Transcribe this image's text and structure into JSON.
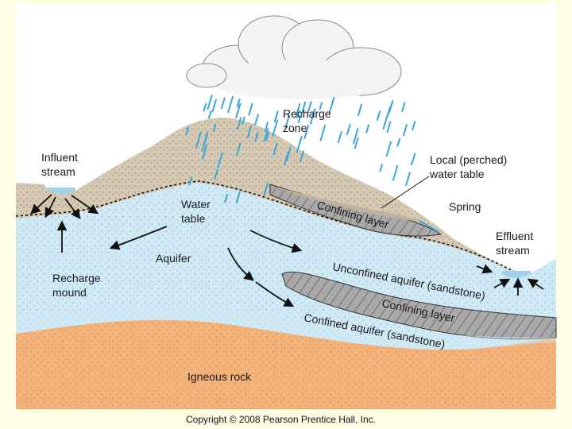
{
  "labels": {
    "recharge_zone": [
      "Recharge",
      "zone"
    ],
    "influent_stream": [
      "Influent",
      "stream"
    ],
    "local_perched": [
      "Local (perched)",
      "water table"
    ],
    "spring": "Spring",
    "water_table": [
      "Water",
      "table"
    ],
    "confining_layer_upper": "Confining layer",
    "effluent_stream": [
      "Effluent",
      "stream"
    ],
    "aquifer": "Aquifer",
    "recharge_mound": [
      "Recharge",
      "mound"
    ],
    "unconfined_aquifer": "Unconfined aquifer (sandstone)",
    "confining_layer_lower": "Confining layer",
    "confined_aquifer": "Confined aquifer (sandstone)",
    "igneous_rock": "Igneous rock"
  },
  "copyright": "Copyright © 2008 Pearson Prentice Hall, Inc.",
  "colors": {
    "background": "#ffffe6",
    "sky": "#ffffff",
    "hill": "#d6c9b3",
    "aquifer": "#cfe9f5",
    "confining": "#a9a9a9",
    "rock": "#f2b27a",
    "rain": "#3aa6d6"
  }
}
